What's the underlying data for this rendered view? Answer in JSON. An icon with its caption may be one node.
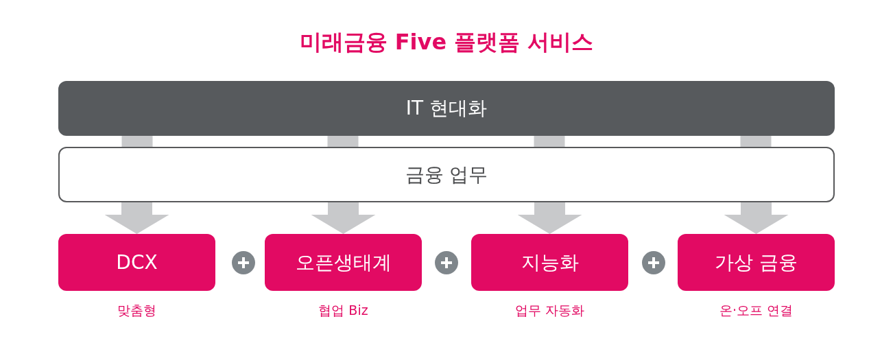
{
  "diagram": {
    "title": "미래금융 Five 플랫폼 서비스",
    "nodes": [
      {
        "text": [
          "IT 현대화"
        ]
      },
      {
        "text": [
          "금융 업무"
        ]
      },
      {
        "text": [
          "DCX"
        ],
        "beside": [
          "맞춤형"
        ]
      },
      {
        "text": [
          "오픈생태계"
        ],
        "beside": [
          "협업 Biz"
        ]
      },
      {
        "text": [
          "지능화"
        ],
        "beside": [
          "업무 자동화"
        ]
      },
      {
        "text": [
          "가상 금융"
        ],
        "beside": [
          "온·오프 연결"
        ]
      }
    ],
    "edges": [
      {
        "from": 0,
        "to": 1,
        "arrow": "none"
      },
      {
        "from": 0,
        "to": 1,
        "arrow": "none"
      },
      {
        "from": 0,
        "to": 1,
        "arrow": "none"
      },
      {
        "from": 0,
        "to": 1,
        "arrow": "none"
      },
      {
        "from": 1,
        "to": 2,
        "arrow": "to"
      },
      {
        "from": 1,
        "to": 3,
        "arrow": "to"
      },
      {
        "from": 1,
        "to": 4,
        "arrow": "to"
      },
      {
        "from": 1,
        "to": 5,
        "arrow": "to"
      }
    ]
  }
}
